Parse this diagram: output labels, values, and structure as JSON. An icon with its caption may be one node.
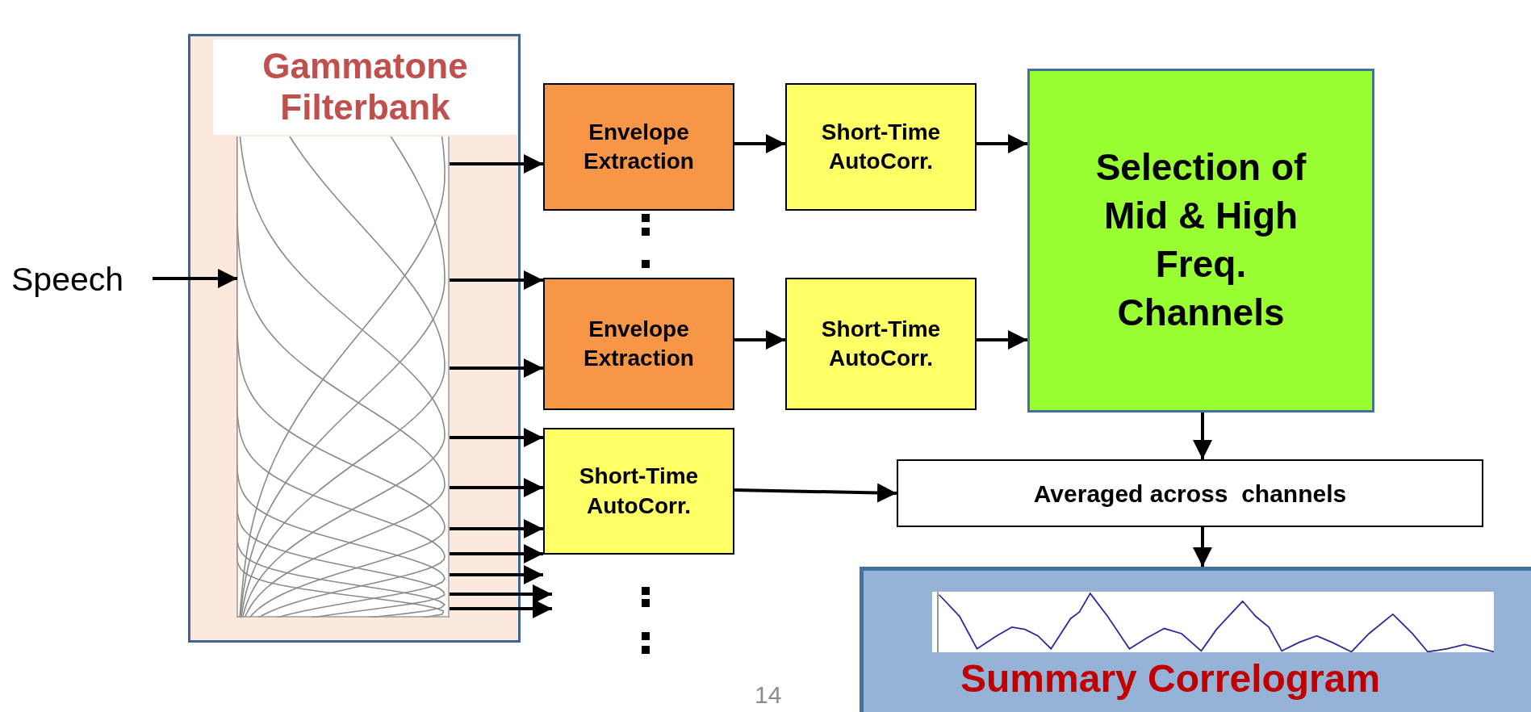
{
  "diagram": {
    "nodes": [
      {
        "text": [
          "Gammatone Filterbank"
        ]
      },
      {
        "text": [
          "Speech"
        ]
      },
      {
        "text": [
          "Envelope Extraction"
        ]
      },
      {
        "text": [
          "Short-Time AutoCorr."
        ]
      },
      {
        "text": [
          "Envelope Extraction"
        ]
      },
      {
        "text": [
          "Short-Time AutoCorr."
        ]
      },
      {
        "text": [
          "Selection of Mid & High Freq. Channels"
        ]
      },
      {
        "text": [
          "Short-Time AutoCorr."
        ]
      },
      {
        "text": [
          "Averaged across  channels"
        ]
      },
      {
        "text": [
          "Summary Correlogram"
        ]
      }
    ],
    "edges": [
      {
        "from": 1,
        "to": 0,
        "arrow": "to"
      },
      {
        "from": 0,
        "to": 2,
        "arrow": "to"
      },
      {
        "from": 0,
        "to": 4,
        "arrow": "to"
      },
      {
        "from": 0,
        "to": 4,
        "arrow": "to"
      },
      {
        "from": 0,
        "to": 7,
        "arrow": "to"
      },
      {
        "from": 0,
        "to": 7,
        "arrow": "to"
      },
      {
        "from": 0,
        "to": 7,
        "arrow": "to"
      },
      {
        "from": 0,
        "to": 7,
        "arrow": "to"
      },
      {
        "from": 0,
        "to": 7,
        "arrow": "to"
      },
      {
        "from": 0,
        "to": null,
        "arrow": "to"
      },
      {
        "from": 0,
        "to": null,
        "arrow": "to"
      },
      {
        "from": 2,
        "to": 3,
        "arrow": "to"
      },
      {
        "from": 3,
        "to": 6,
        "arrow": "to"
      },
      {
        "from": 4,
        "to": 5,
        "arrow": "to"
      },
      {
        "from": 5,
        "to": 6,
        "arrow": "to"
      },
      {
        "from": 7,
        "to": 8,
        "arrow": "to"
      },
      {
        "from": 6,
        "to": 8,
        "arrow": "to"
      },
      {
        "from": 8,
        "to": 9,
        "arrow": "to"
      }
    ],
    "labels": [
      "14"
    ]
  }
}
